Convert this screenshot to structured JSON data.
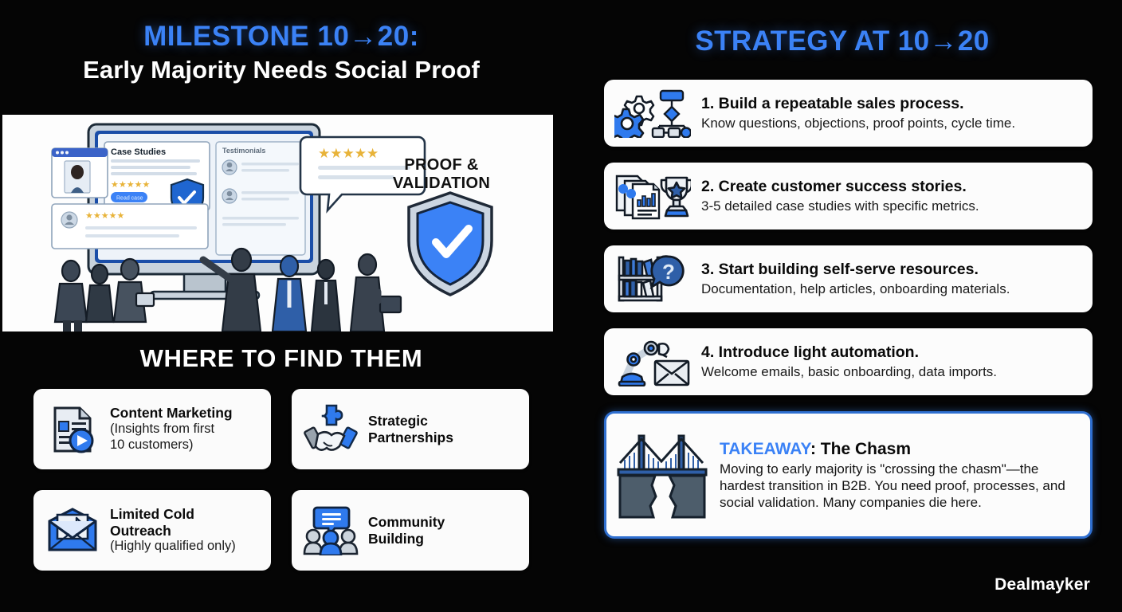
{
  "left": {
    "title_main": "MILESTONE 10→20:",
    "title_sub": "Early Majority Needs Social Proof",
    "illustration": {
      "proof_label_line1": "PROOF &",
      "proof_label_line2": "VALIDATION",
      "screen_panel_1_title": "Case Studies",
      "screen_panel_2_title": "Testimonials",
      "screen_button_label": "Read case",
      "icon_shield": "shield-check-icon",
      "icon_stars": "five-star-rating-icon"
    },
    "where_heading": "WHERE TO FIND THEM",
    "where_cards": [
      {
        "icon": "document-play-icon",
        "title": "Content Marketing",
        "note_line1": "(Insights from first",
        "note_line2": "10 customers)"
      },
      {
        "icon": "handshake-puzzle-icon",
        "title_line1": "Strategic",
        "title_line2": "Partnerships",
        "note_line1": "",
        "note_line2": ""
      },
      {
        "icon": "envelope-share-icon",
        "title_line1": "Limited Cold",
        "title_line2": "Outreach",
        "note_line1": "(Highly qualified only)",
        "note_line2": ""
      },
      {
        "icon": "community-people-icon",
        "title_line1": "Community",
        "title_line2": "Building",
        "note_line1": "",
        "note_line2": ""
      }
    ]
  },
  "right": {
    "title": "STRATEGY AT 10→20",
    "strategies": [
      {
        "icon": "gears-flowchart-icon",
        "title": "1. Build a repeatable sales process.",
        "desc": "Know questions, objections, proof points, cycle time."
      },
      {
        "icon": "documents-trophy-icon",
        "title": "2. Create customer success stories.",
        "desc": "3-5 detailed case studies with specific metrics."
      },
      {
        "icon": "bookshelf-question-icon",
        "title": "3. Start building self-serve resources.",
        "desc": "Documentation, help articles, onboarding materials."
      },
      {
        "icon": "robot-arm-envelope-icon",
        "title": "4. Introduce light automation.",
        "desc": "Welcome emails, basic onboarding, data imports."
      }
    ],
    "takeaway": {
      "icon": "bridge-chasm-icon",
      "label": "TAKEAWAY",
      "heading_rest": ": The Chasm",
      "text": "Moving to early majority is \"crossing the chasm\"—the hardest transition in B2B. You need proof, processes, and social validation. Many companies die here."
    }
  },
  "brand": "Dealmayker",
  "colors": {
    "background": "#050505",
    "accent_blue": "#3b82f6",
    "card_bg": "#fcfcfc",
    "takeaway_border": "#2f6fd0",
    "text_white": "#ffffff",
    "text_dark": "#0a0a0a"
  }
}
